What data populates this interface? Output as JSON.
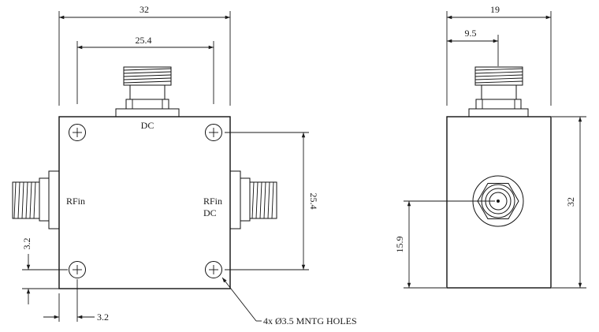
{
  "colors": {
    "line": "#1a1a1a",
    "background": "#ffffff"
  },
  "front_view": {
    "dim_overall_width": "32",
    "dim_hole_spacing_width": "25.4",
    "dim_hole_spacing_height": "25.4",
    "dim_hole_edge_vertical": "3.2",
    "dim_hole_edge_horizontal": "3.2",
    "label_top_port": "DC",
    "label_left_port": "RFin",
    "label_right_port_line1": "RFin",
    "label_right_port_line2": "DC",
    "callout_holes": "4x Ø3.5 MNTG HOLES"
  },
  "side_view": {
    "dim_overall_width": "19",
    "dim_connector_offset": "9.5",
    "dim_overall_height": "32",
    "dim_connector_height": "15.9"
  }
}
